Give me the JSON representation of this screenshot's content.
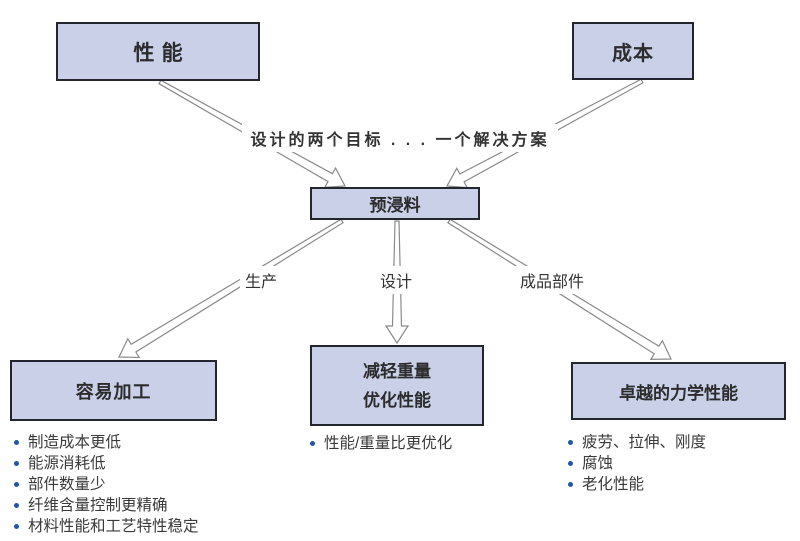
{
  "diagram": {
    "top_boxes": [
      {
        "id": "performance",
        "label": "性能"
      },
      {
        "id": "cost",
        "label": "成本"
      }
    ],
    "goal_text": "设计的两个目标 . . . 一个解决方案",
    "center_box": {
      "label": "预浸料"
    },
    "branch_labels": [
      {
        "id": "production",
        "label": "生产"
      },
      {
        "id": "design",
        "label": "设计"
      },
      {
        "id": "finished-parts",
        "label": "成品部件"
      }
    ],
    "outcome_boxes": [
      {
        "id": "easy-processing",
        "title_lines": [
          "容易加工"
        ],
        "bullets": [
          "制造成本更低",
          "能源消耗低",
          "部件数量少",
          "纤维含量控制更精确",
          "材料性能和工艺特性稳定"
        ]
      },
      {
        "id": "weight-performance",
        "title_lines": [
          "减轻重量",
          "优化性能"
        ],
        "bullets": [
          "性能/重量比更优化"
        ]
      },
      {
        "id": "mechanical-properties",
        "title_lines": [
          "卓越的力学性能"
        ],
        "bullets": [
          "疲劳、拉伸、刚度",
          "腐蚀",
          "老化性能"
        ]
      }
    ],
    "colors": {
      "box_fill": "#c9d0e8",
      "box_border": "#24262f",
      "arrow_stroke": "#8a8a8a",
      "bullet_dot": "#1f56a8",
      "text": "#3a3a3a"
    }
  }
}
